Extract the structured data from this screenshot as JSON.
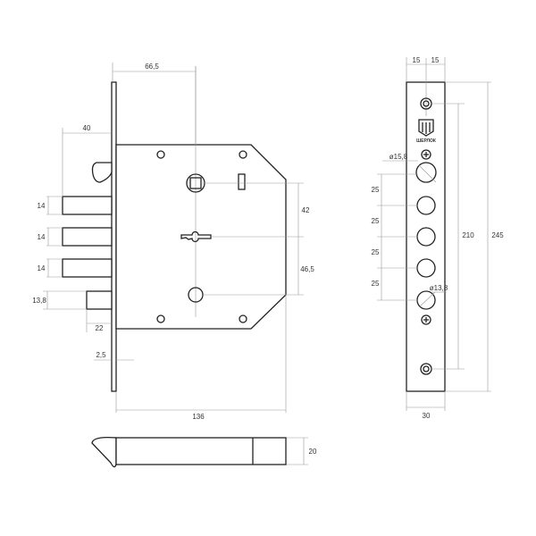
{
  "dimensions": {
    "spindle_offset": "66,5",
    "bolt_throw": "40",
    "bolt_1_height": "14",
    "bolt_2_height": "14",
    "bolt_3_height": "14",
    "bolt_4_height": "13,8",
    "bolt_4_throw": "22",
    "faceplate_thickness": "2,5",
    "body_width": "136",
    "spindle_to_key": "42",
    "key_to_cylinder": "46,5",
    "body_depth": "20",
    "strike_half_left": "15",
    "strike_half_right": "15",
    "strike_width": "30",
    "hole_large_diameter": "ø15,8",
    "hole_small_diameter": "ø13,8",
    "hole_spacing": [
      "25",
      "25",
      "25",
      "25"
    ],
    "screw_spacing": "210",
    "strike_length": "245"
  },
  "brand": "ШЕРЛОК"
}
